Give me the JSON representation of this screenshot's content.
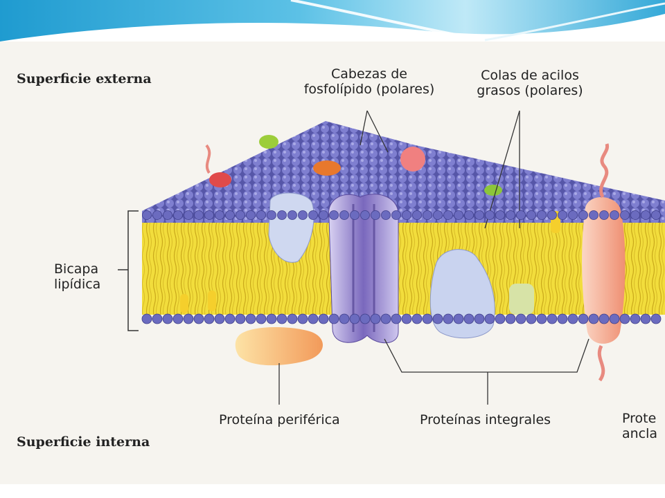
{
  "colors": {
    "header_top": "#1f9bd0",
    "header_light": "#bfe9f7",
    "membrane_heads": "#6b6bbf",
    "lipid_tails": "#f2dd3c",
    "integral_protein": "#8c7cc9",
    "anchor_protein": "#f3a98c",
    "peripheral_protein": "#f8c97a"
  },
  "labels": {
    "outer_surface": "Superficie externa",
    "phospholipid_heads": "Cabezas de\nfosfolípido (polares)",
    "acyl_tails": "Colas de acilos\ngrasos (polares)",
    "bilayer": "Bicapa\nlipídica",
    "peripheral_protein": "Proteína periférica",
    "integral_proteins": "Proteínas integrales",
    "anchor_protein": "Prote\nancla",
    "inner_surface": "Superficie interna"
  }
}
